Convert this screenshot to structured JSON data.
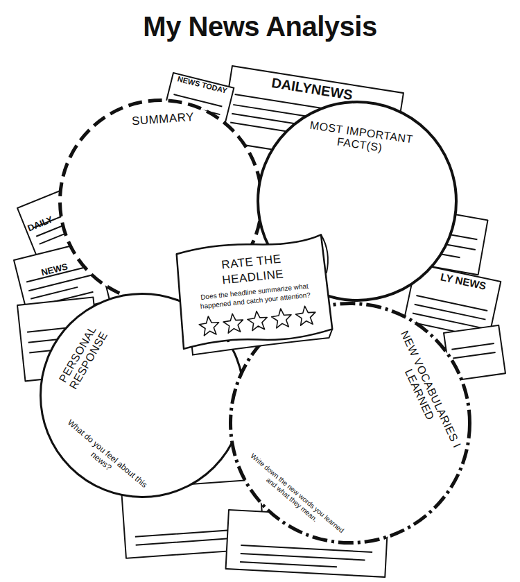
{
  "diagram": {
    "title": "My News Analysis",
    "nodes": [
      {
        "text": [
          "SUMMARY"
        ]
      },
      {
        "text": [
          "MOST IMPORTANT FACT(S)"
        ]
      },
      {
        "text": [
          "RATE THE HEADLINE",
          "Does the headline summarize what happened and catch your attention?"
        ]
      },
      {
        "text": [
          "PERSONAL RESPONSE",
          "What do you feel about this news?"
        ]
      },
      {
        "text": [
          "NEW VOCABULARIES I LEARNED",
          "Write down the new words you learned and what they mean."
        ]
      }
    ],
    "labels": [
      "NEWS TODAY",
      "DAILYNEWS",
      "DAILY",
      "NEWS",
      "LY NEWS"
    ]
  }
}
